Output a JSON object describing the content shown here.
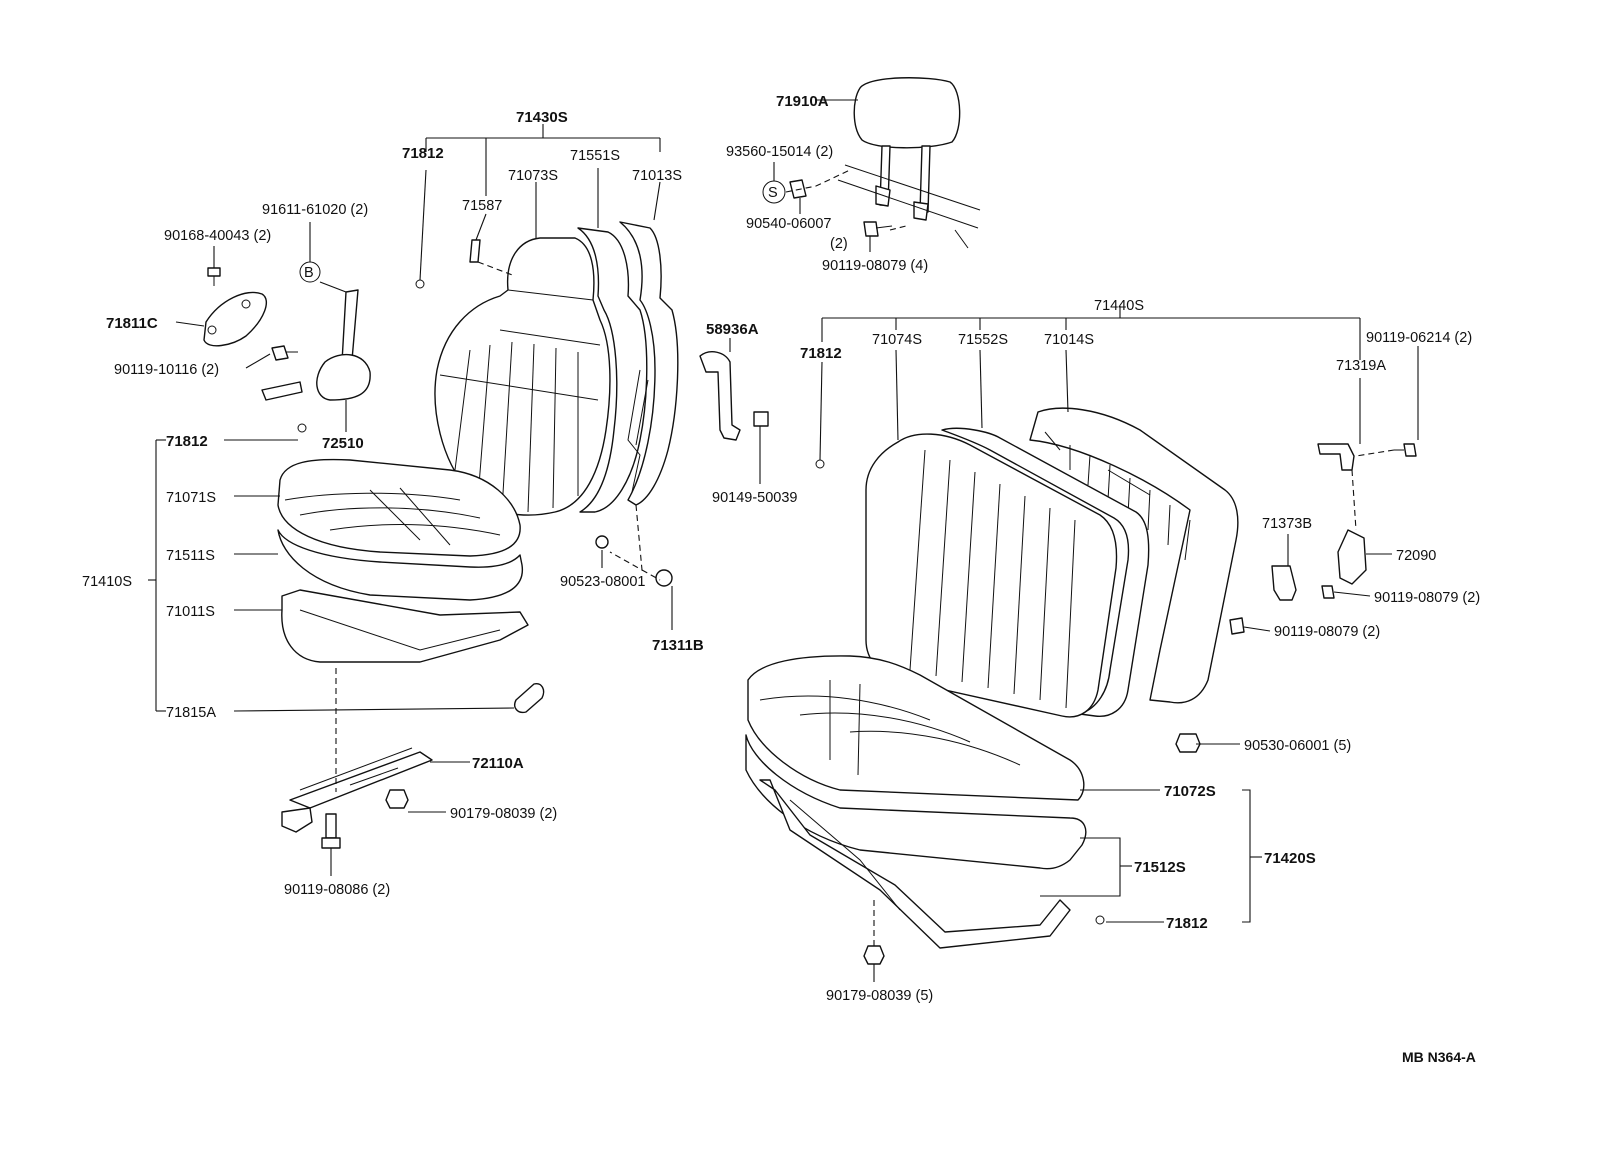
{
  "diagram_code": "MB N364-A",
  "symbols": {
    "s": "S",
    "b": "B"
  },
  "labels": {
    "l71430S": "71430S",
    "l71812_top": "71812",
    "l71073S": "71073S",
    "l71551S": "71551S",
    "l71013S": "71013S",
    "l71587": "71587",
    "l91611": "91611-61020 (2)",
    "l90168": "90168-40043 (2)",
    "l71811C": "71811C",
    "l90119_10116": "90119-10116 (2)",
    "l72510": "72510",
    "l71812_left": "71812",
    "l71071S": "71071S",
    "l71511S": "71511S",
    "l71410S": "71410S",
    "l71011S": "71011S",
    "l71815A": "71815A",
    "l72110A": "72110A",
    "l90179_08039_2": "90179-08039 (2)",
    "l90119_08086": "90119-08086 (2)",
    "l90523": "90523-08001",
    "l71311B": "71311B",
    "l58936A": "58936A",
    "l90149": "90149-50039",
    "l71910A": "71910A",
    "l93560": "93560-15014 (2)",
    "l90540": "90540-06007",
    "l90540_qty": "(2)",
    "l90119_08079_4": "90119-08079 (4)",
    "l71440S": "71440S",
    "l71812_mid": "71812",
    "l71074S": "71074S",
    "l71552S": "71552S",
    "l71014S": "71014S",
    "l90119_06214": "90119-06214 (2)",
    "l71319A": "71319A",
    "l71373B": "71373B",
    "l72090": "72090",
    "l90119_08079_2a": "90119-08079 (2)",
    "l90119_08079_2b": "90119-08079 (2)",
    "l90530": "90530-06001 (5)",
    "l71072S": "71072S",
    "l71512S": "71512S",
    "l71420S": "71420S",
    "l71812_right": "71812",
    "l90179_08039_5": "90179-08039 (5)"
  }
}
